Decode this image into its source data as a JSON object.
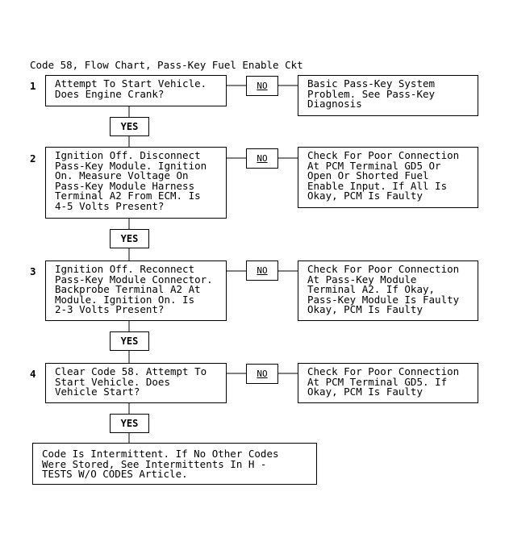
{
  "title": "Code 58, Flow Chart, Pass-Key Fuel Enable Ckt",
  "steps": [
    {
      "number": "1",
      "question": "Attempt To Start Vehicle.\nDoes Engine Crank?",
      "no_label": "NO",
      "no_result": "Basic Pass-Key System\nProblem. See Pass-Key\nDiagnosis",
      "yes_label": "YES"
    },
    {
      "number": "2",
      "question": "Ignition Off. Disconnect\nPass-Key Module. Ignition\nOn. Measure Voltage On\nPass-Key Module Harness\nTerminal A2 From ECM. Is\n4-5 Volts Present?",
      "no_label": "NO",
      "no_result": "Check For Poor Connection\nAt PCM Terminal GD5 Or\nOpen Or Shorted Fuel\nEnable Input. If All Is\nOkay, PCM Is Faulty",
      "yes_label": "YES"
    },
    {
      "number": "3",
      "question": "Ignition Off. Reconnect\nPass-Key Module Connector.\nBackprobe Terminal A2 At\nModule. Ignition On. Is\n2-3 Volts Present?",
      "no_label": "NO",
      "no_result": "Check For Poor Connection\nAt Pass-Key Module\nTerminal A2. If Okay,\nPass-Key Module Is Faulty\nOkay, PCM Is Faulty",
      "yes_label": "YES"
    },
    {
      "number": "4",
      "question": "Clear Code 58. Attempt To\nStart Vehicle. Does\nVehicle Start?",
      "no_label": "NO",
      "no_result": "Check For Poor Connection\nAt PCM Terminal GD5. If\nOkay, PCM Is Faulty",
      "yes_label": "YES"
    }
  ],
  "final": "Code Is Intermittent. If No Other Codes\nWere Stored, See Intermittents In H -\nTESTS W/O CODES Article."
}
